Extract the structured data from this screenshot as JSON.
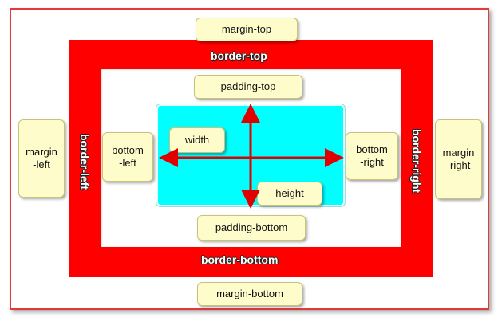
{
  "labels": {
    "margin_top": "margin-top",
    "margin_left": "margin\n-left",
    "margin_right": "margin\n-right",
    "margin_bottom": "margin-bottom",
    "border_top": "border-top",
    "border_left": "border-left",
    "border_right": "border-right",
    "border_bottom": "border-bottom",
    "padding_top": "padding-top",
    "padding_bottom": "padding-bottom",
    "padding_left": "bottom\n-left",
    "padding_right": "bottom\n-right",
    "width": "width",
    "height": "height"
  },
  "colors": {
    "border": "#ff0000",
    "content": "#00ffff",
    "label_bg": "#fffccc",
    "arrow": "#e00000"
  }
}
